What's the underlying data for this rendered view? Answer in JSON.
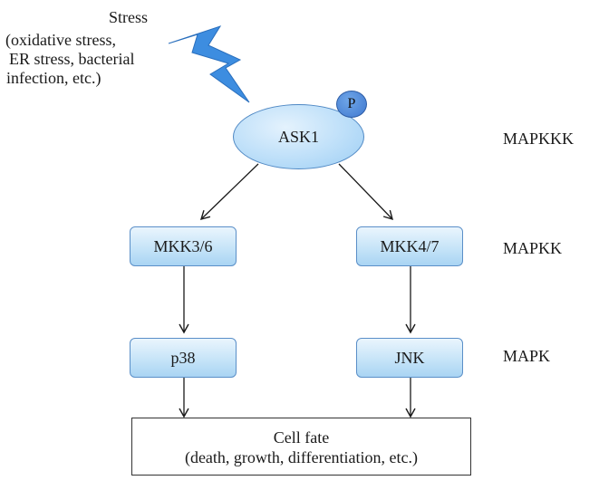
{
  "stress": {
    "title": "Stress",
    "detail_lines": [
      "(oxidative stress,",
      "ER stress, bacterial",
      "infection, etc.)"
    ]
  },
  "nodes": {
    "ask1": "ASK1",
    "phospho": "P",
    "mkk36": "MKK3/6",
    "mkk47": "MKK4/7",
    "p38": "p38",
    "jnk": "JNK"
  },
  "levels": {
    "mapkkk": "MAPKKK",
    "mapkk": "MAPKK",
    "mapk": "MAPK"
  },
  "outcome": {
    "title": "Cell fate",
    "detail": "(death, growth, differentiation, etc.)"
  },
  "colors": {
    "lightning": "#3d8de0",
    "node_fill": "#bddff9",
    "node_border": "#4f88c4",
    "phospho_fill": "#3f78cf",
    "arrow": "#1a1a1a"
  },
  "icons": {
    "stress": "lightning-bolt-icon"
  }
}
